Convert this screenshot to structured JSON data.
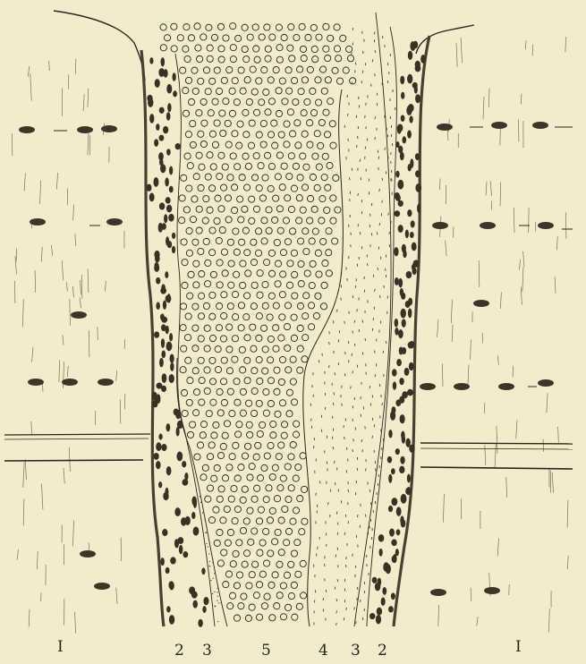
{
  "figure": {
    "labels": [
      {
        "id": "wall-rock-left",
        "text": "I"
      },
      {
        "id": "zone-2-left",
        "text": "2"
      },
      {
        "id": "zone-3-left",
        "text": "3"
      },
      {
        "id": "zone-5",
        "text": "5"
      },
      {
        "id": "zone-4",
        "text": "4"
      },
      {
        "id": "zone-3-right",
        "text": "3"
      },
      {
        "id": "zone-2-right",
        "text": "2"
      },
      {
        "id": "wall-rock-right",
        "text": "I"
      }
    ]
  },
  "colors": {
    "paper": "#f3eccc",
    "ink": "#2a241c",
    "wall": "#4b3f31"
  }
}
